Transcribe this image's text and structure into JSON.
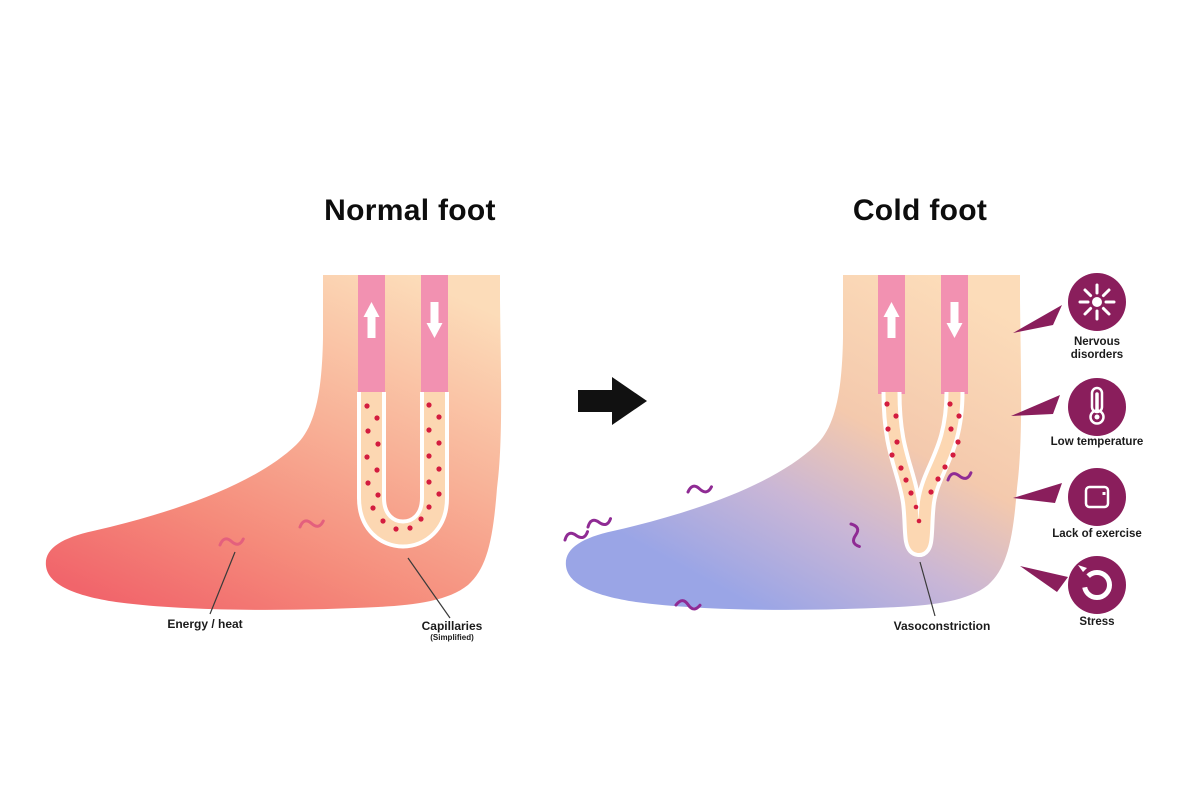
{
  "diagram": {
    "left": {
      "title": "Normal foot",
      "labels": {
        "energy": "Energy / heat",
        "capillaries": "Capillaries",
        "capillaries_note": "(Simplified)"
      }
    },
    "right": {
      "title": "Cold foot",
      "labels": {
        "vasoconstriction": "Vasoconstriction"
      }
    },
    "causes": [
      {
        "icon": "nervous-disorders-icon",
        "label": "Nervous disorders"
      },
      {
        "icon": "low-temperature-icon",
        "label": "Low temperature"
      },
      {
        "icon": "lack-of-exercise-icon",
        "label": "Lack of exercise"
      },
      {
        "icon": "stress-icon",
        "label": "Stress"
      }
    ],
    "colors": {
      "warm_top": "#fcdcb9",
      "warm_toe": "#f1656b",
      "cold_top": "#fcdcb9",
      "cold_toe": "#9aa5e6",
      "vessel_pink": "#f291b1",
      "capillary_dot": "#d31c3f",
      "icon_plum": "#8a1e5c",
      "squiggle_purple": "#8f2b94",
      "energy_red": "#e4607d",
      "arrow_black": "#111111"
    }
  }
}
